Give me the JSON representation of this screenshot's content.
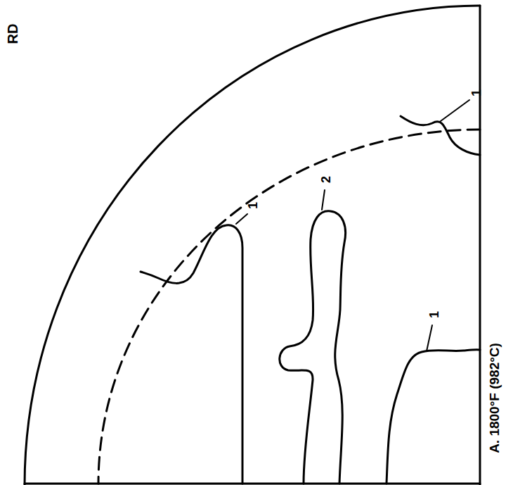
{
  "diagram": {
    "caption": "A. 1800°F (982°C)",
    "labels": [
      "RD",
      "1",
      "2",
      "1",
      "1"
    ]
  }
}
